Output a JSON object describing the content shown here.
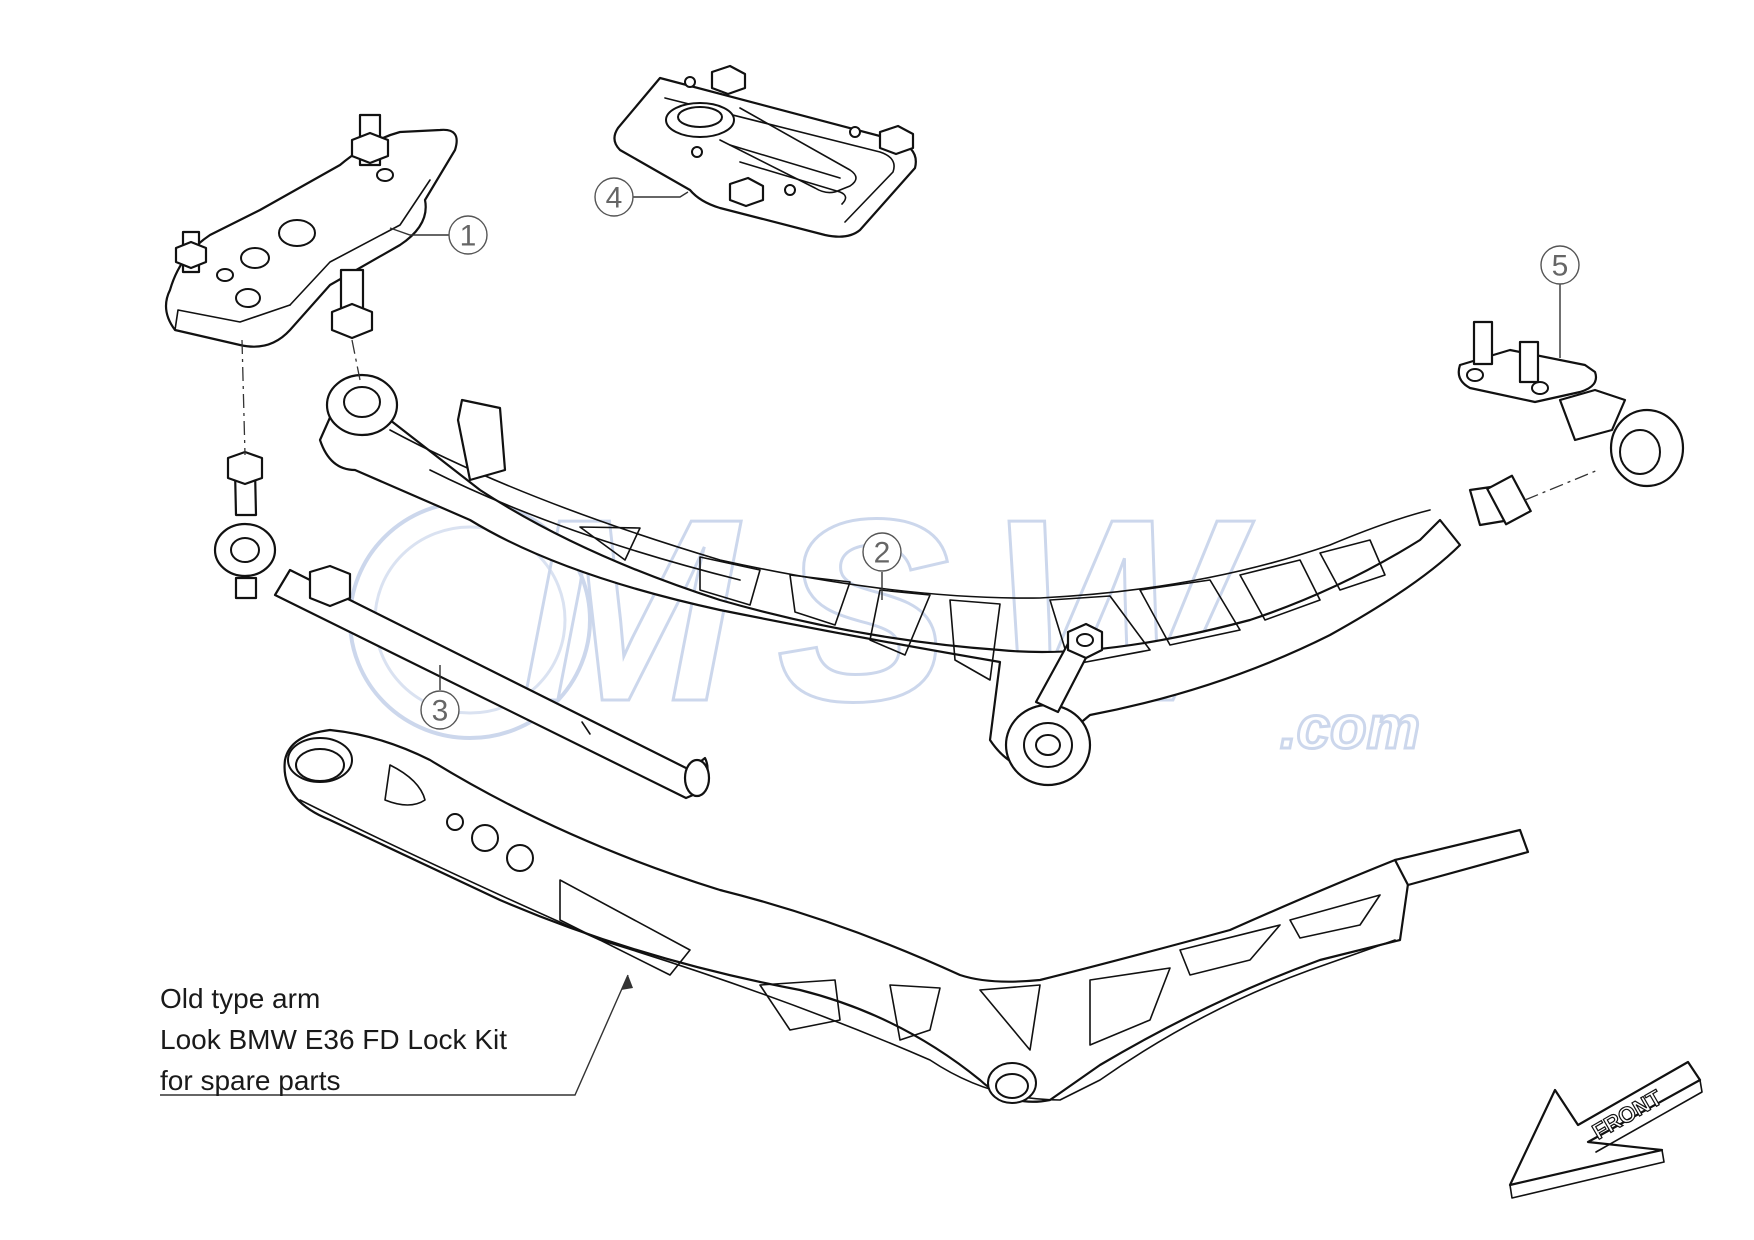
{
  "watermark": {
    "brand": "MSW",
    "suffix": ".com"
  },
  "callouts": [
    {
      "number": "1"
    },
    {
      "number": "2"
    },
    {
      "number": "3"
    },
    {
      "number": "4"
    },
    {
      "number": "5"
    }
  ],
  "note": {
    "line1": "Old type arm",
    "line2": "Look BMW E36 FD Lock Kit",
    "line3": "for spare parts"
  },
  "direction_arrow": {
    "label": "FRONT"
  }
}
